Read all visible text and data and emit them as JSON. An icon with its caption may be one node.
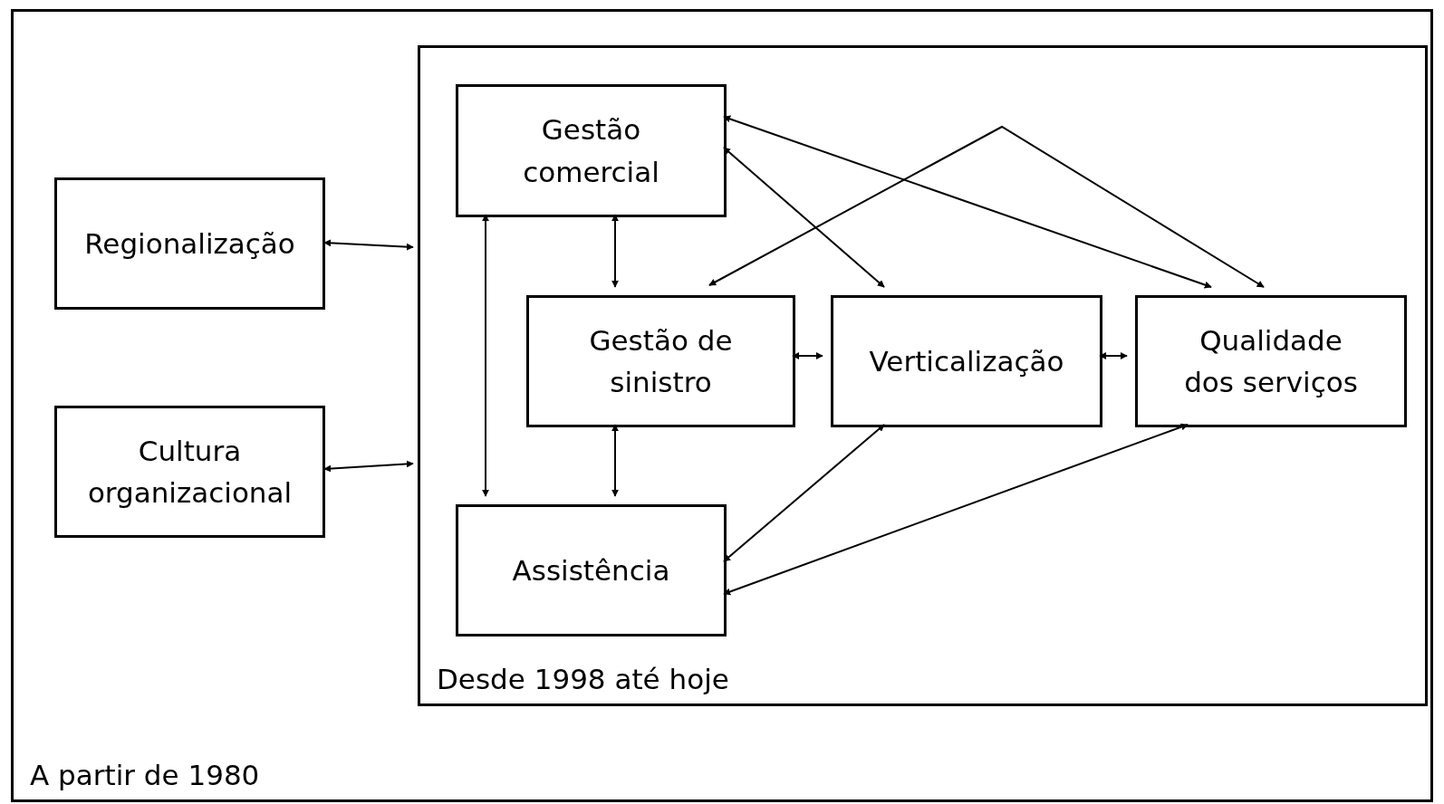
{
  "diagram": {
    "nodes": [
      {
        "text": [
          "A partir de 1980"
        ]
      },
      {
        "text": [
          "Regionalização"
        ],
        "in": 0
      },
      {
        "text": [
          "Cultura organizacional"
        ],
        "in": 0
      },
      {
        "text": [
          "Desde 1998 até hoje"
        ],
        "in": 0
      },
      {
        "text": [
          "Gestão comercial"
        ],
        "in": 3
      },
      {
        "text": [
          "Gestão de sinistro"
        ],
        "in": 3
      },
      {
        "text": [
          "Verticalização"
        ],
        "in": 3
      },
      {
        "text": [
          "Qualidade dos serviços"
        ],
        "in": 3
      },
      {
        "text": [
          "Assistência"
        ],
        "in": 3
      }
    ],
    "edges": [
      {
        "from": 1,
        "to": 3,
        "arrow": "both"
      },
      {
        "from": 2,
        "to": 3,
        "arrow": "both"
      },
      {
        "from": 4,
        "to": 5,
        "arrow": "both"
      },
      {
        "from": 5,
        "to": 8,
        "arrow": "both"
      },
      {
        "from": 4,
        "to": 8,
        "arrow": "both"
      },
      {
        "from": 5,
        "to": 6,
        "arrow": "both"
      },
      {
        "from": 6,
        "to": 7,
        "arrow": "both"
      },
      {
        "from": 4,
        "to": 7,
        "arrow": "both"
      },
      {
        "from": 4,
        "to": 6,
        "arrow": "both"
      },
      {
        "from": 6,
        "to": 8,
        "arrow": "both"
      },
      {
        "from": 7,
        "to": 8,
        "arrow": "both"
      },
      {
        "from": 5,
        "to": 7,
        "arrow": "both"
      }
    ]
  }
}
